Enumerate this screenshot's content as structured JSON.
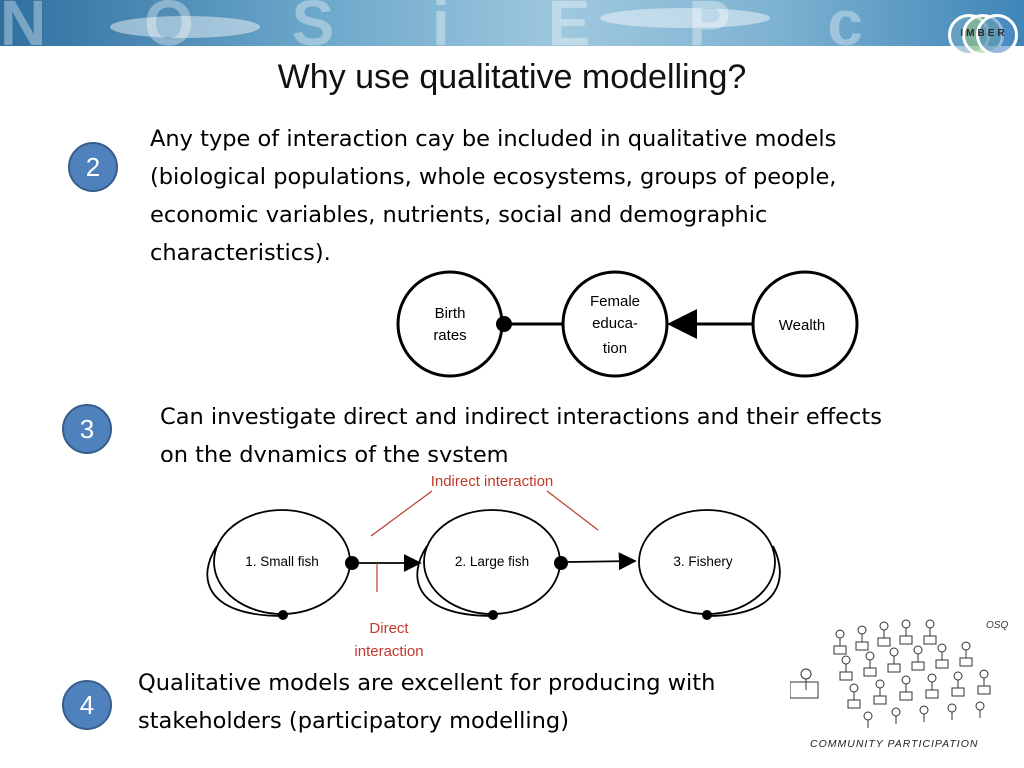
{
  "header": {
    "logo_text": "IMBER"
  },
  "title": "Why use qualitative modelling?",
  "points": [
    {
      "number": "2",
      "text": "Any type of interaction cay be included in qualitative models (biological populations, whole ecosystems, groups of people, economic variables, nutrients, social and demographic characteristics)."
    },
    {
      "number": "3",
      "text": "Can investigate direct and indirect interactions and their effects on the dynamics of the system"
    },
    {
      "number": "4",
      "text": "Qualitative models are excellent for producing with stakeholders (participatory modelling)"
    }
  ],
  "diagram1": {
    "nodes": [
      "Birth rates",
      "Female educa- tion",
      "Wealth"
    ],
    "node_lines": {
      "birth": [
        "Birth",
        "rates"
      ],
      "female": [
        "Female",
        "educa-",
        "tion"
      ],
      "wealth": [
        "Wealth"
      ]
    }
  },
  "diagram2": {
    "nodes": [
      "1. Small fish",
      "2. Large fish",
      "3. Fishery"
    ],
    "indirect_label": "Indirect interaction",
    "direct_label_lines": [
      "Direct",
      "interaction"
    ]
  },
  "cartoon": {
    "caption": "COMMUNITY PARTICIPATION",
    "signature": "OSQ"
  },
  "colors": {
    "accent_circle": "#4f81bd",
    "annotation_red": "#c0392b"
  }
}
